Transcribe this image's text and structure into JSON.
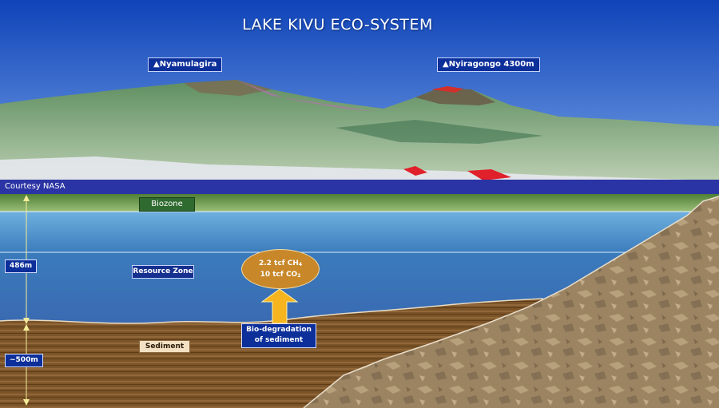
{
  "title": "LAKE KIVU ECO-SYSTEM",
  "peaks": {
    "nyamulagira": "Nyamulagira",
    "nyiragongo": "Nyiragongo 4300m",
    "marker_glyph": "▲"
  },
  "credit": "Courtesy NASA",
  "zones": {
    "biozone": "Biozone",
    "resource_zone": "Resource Zone",
    "sediment": "Sediment"
  },
  "depths": {
    "water": "486m",
    "sediment": "~500m"
  },
  "gas_reserves": {
    "methane_prefix": "2.2 tcf CH",
    "methane_sub": "4",
    "co2_prefix": "10 tcf CO",
    "co2_sub": "2"
  },
  "process": {
    "line1": "Bio-degradation",
    "line2": "of sediment"
  },
  "colors": {
    "sky_top": "#1a56c4",
    "sky_bottom": "#6f9be0",
    "lake_surface": "#2a3aa8",
    "biozone": "#5d8a3a",
    "water": "#3a78b8",
    "sediment": "#7a5226",
    "bedrock": "#a08866",
    "arrow": "#f6b41e",
    "gas_bubble": "#c8882a",
    "label_bg": "#0c2f9a"
  }
}
